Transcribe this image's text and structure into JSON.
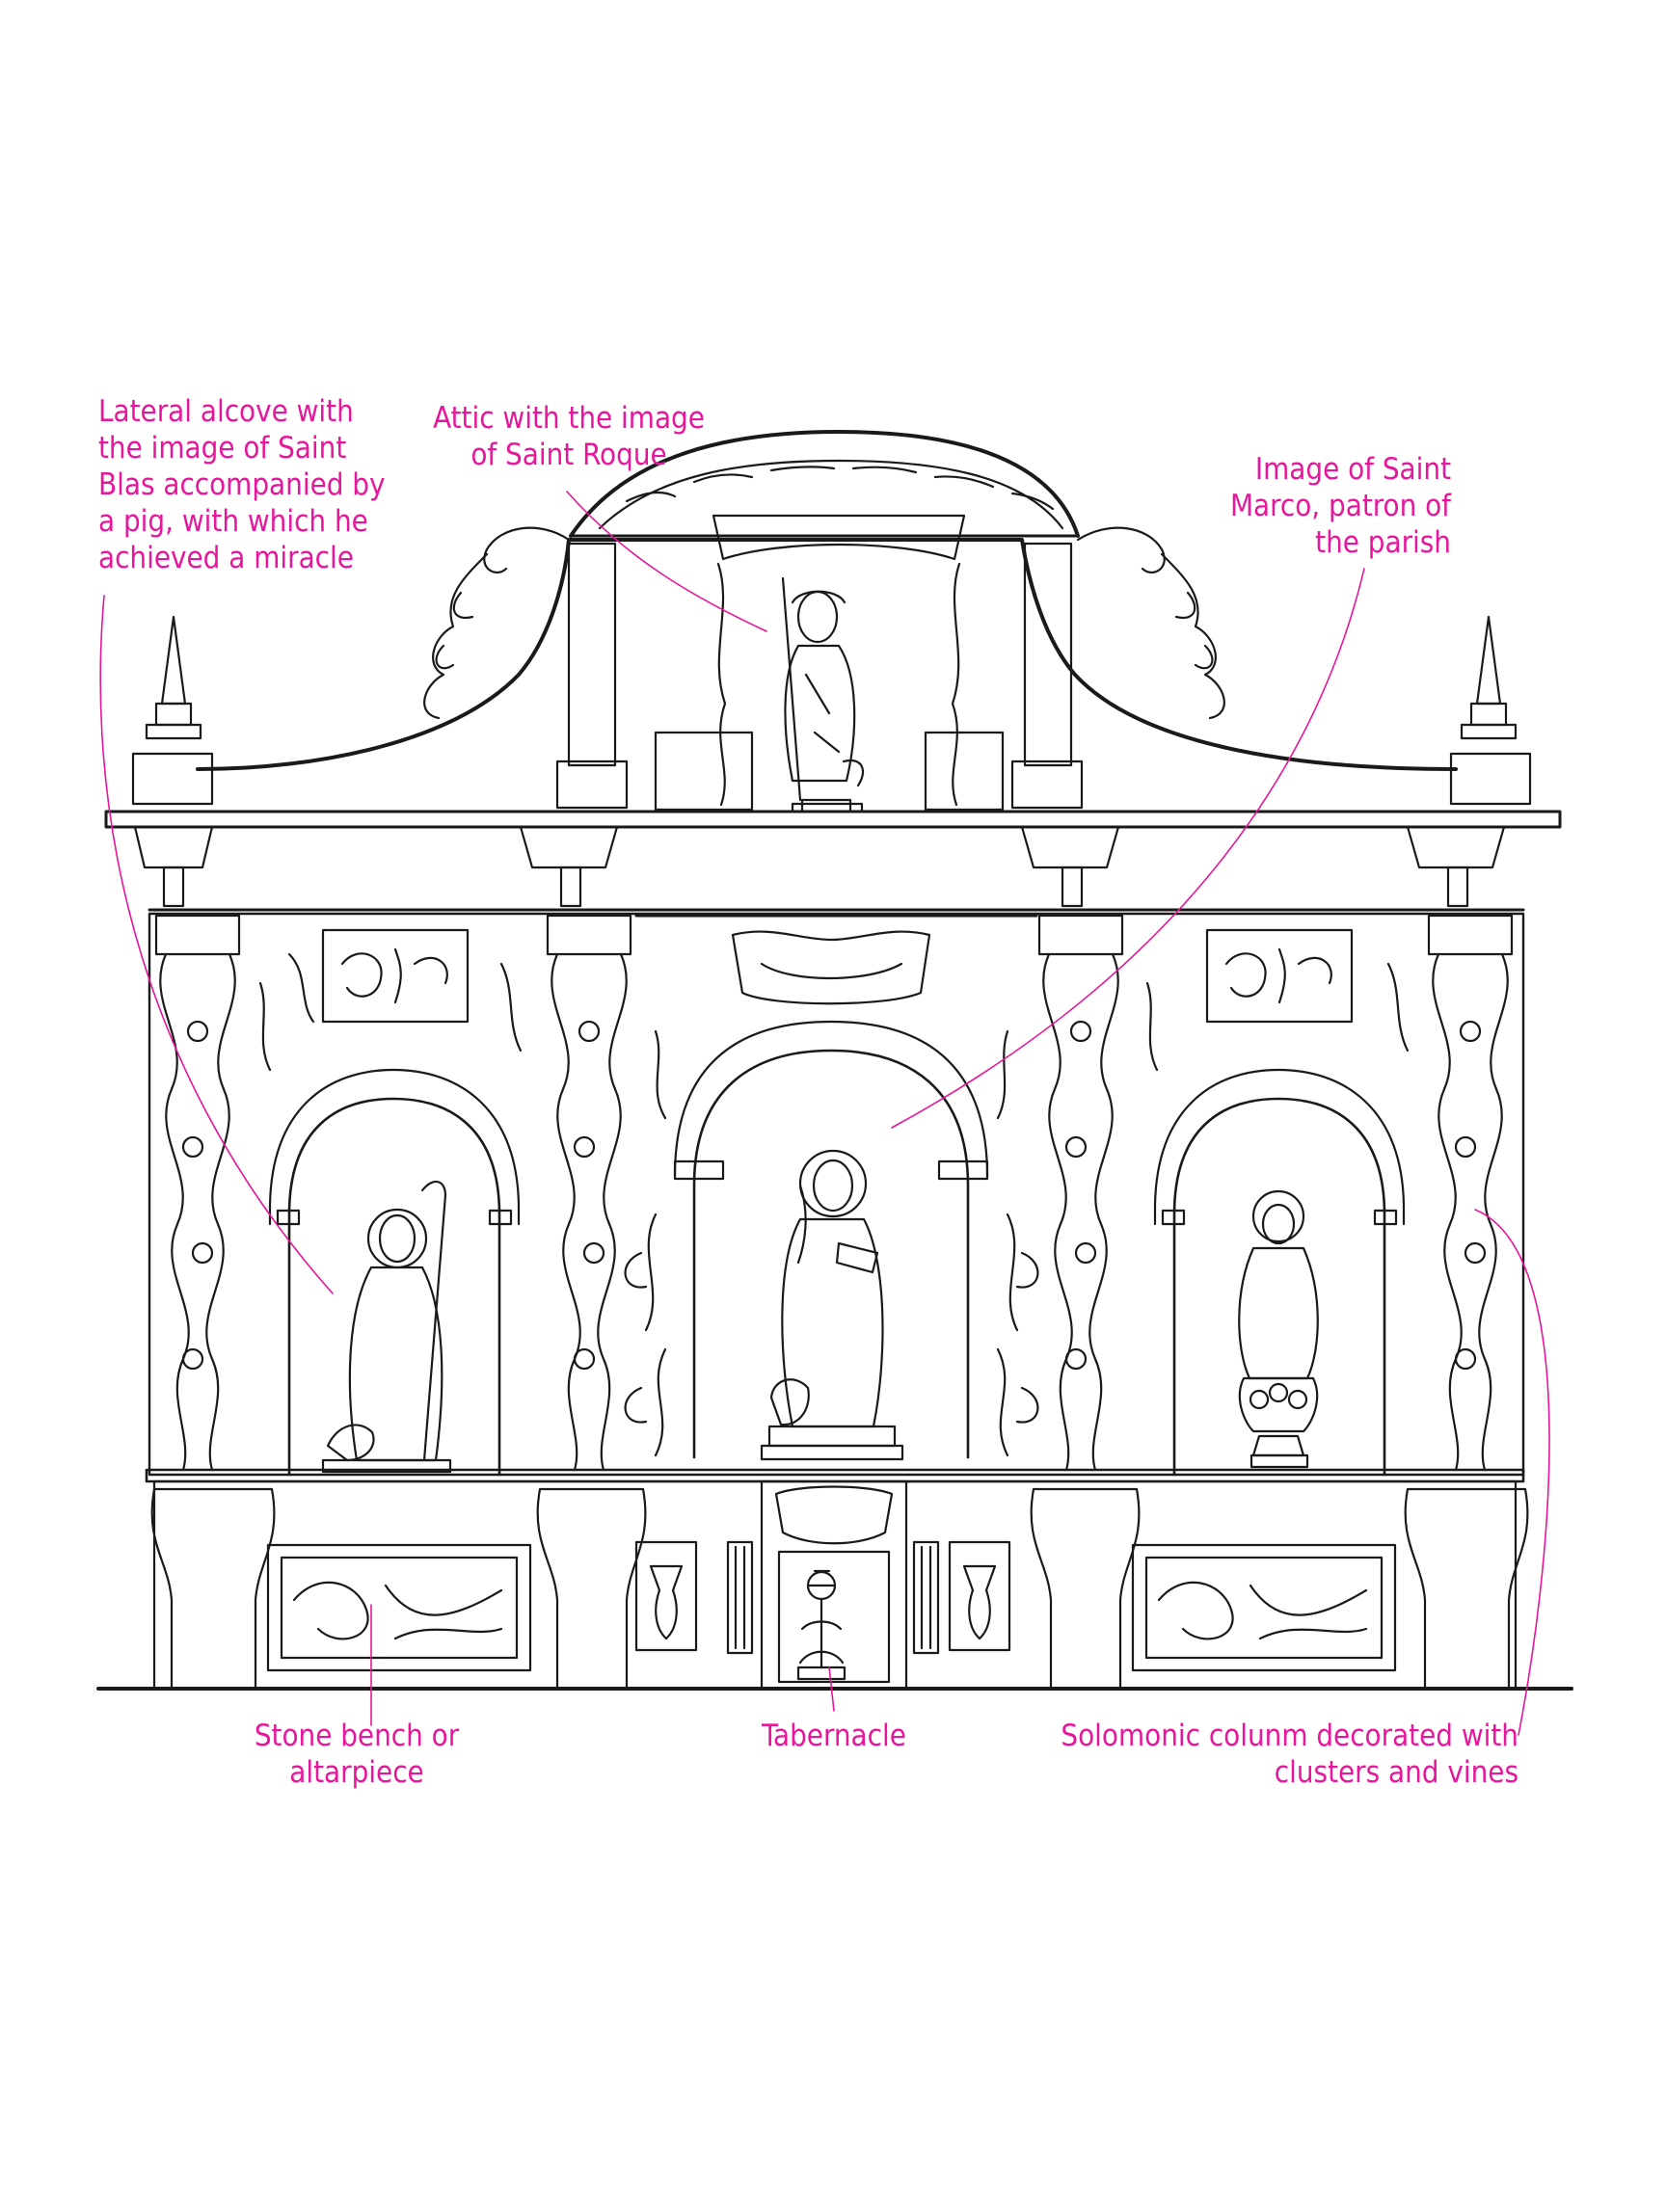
{
  "colors": {
    "ink": "#1a1a1a",
    "annotation": "#e6179b",
    "background": "#ffffff"
  },
  "annotations": {
    "lateral_alcove": {
      "lines": [
        "Lateral alcove with",
        "the image of Saint",
        "Blas accompanied by",
        "a pig, with which he",
        "achieved a miracle"
      ]
    },
    "attic": {
      "lines": [
        "Attic with the image",
        "of Saint Roque"
      ]
    },
    "saint_marco": {
      "lines": [
        "Image of Saint",
        "Marco, patron of",
        "the parish"
      ]
    },
    "stone_bench": {
      "lines": [
        "Stone bench or",
        "altarpiece"
      ]
    },
    "tabernacle": {
      "lines": [
        "Tabernacle"
      ]
    },
    "solomonic_column": {
      "lines": [
        "Solomonic colunm decorated with",
        "clusters and vines"
      ]
    }
  }
}
